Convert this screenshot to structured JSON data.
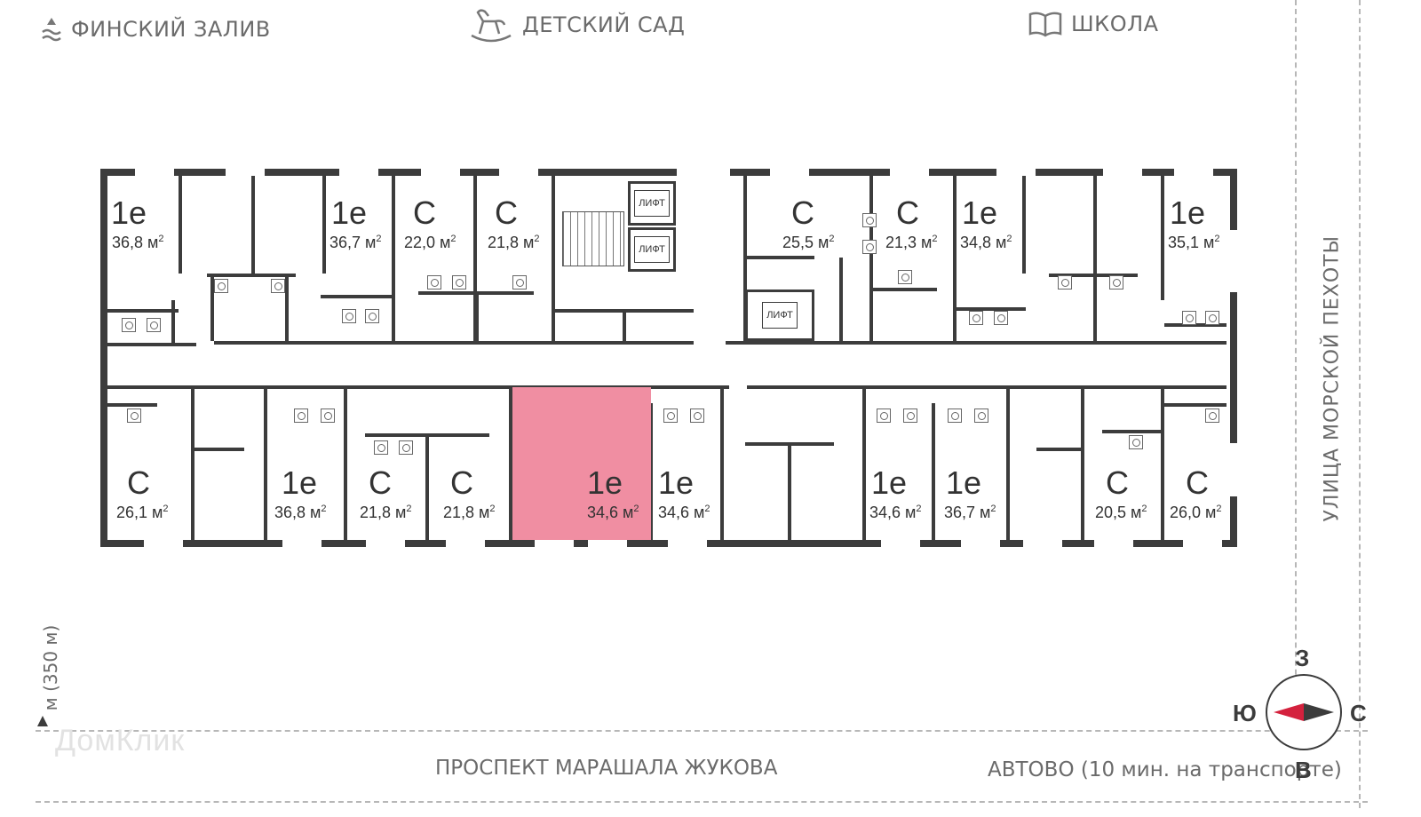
{
  "landmarks": {
    "gulf": "ФИНСКИЙ ЗАЛИВ",
    "kindergarten": "ДЕТСКИЙ САД",
    "school": "ШКОЛА"
  },
  "roads": {
    "bottom": "ПРОСПЕКТ МАРАШАЛА ЖУКОВА",
    "right": "УЛИЦА МОРСКОЙ ПЕХОТЫ",
    "metro": "АВТОВО (10 мин. на транспорте)",
    "distance": "м (350 м)"
  },
  "compass": {
    "n": "З",
    "s": "В",
    "w": "Ю",
    "e": "С"
  },
  "watermark": "ДомКлик",
  "elevator_label": "ЛИФТ",
  "colors": {
    "highlight": "#f08ea2",
    "wall": "#3c3c3c",
    "compass_red": "#d4213d"
  },
  "units": [
    {
      "id": "t1",
      "type": "1е",
      "area": "36,8 м",
      "sup": "2"
    },
    {
      "id": "t2",
      "type": "1е",
      "area": "36,7 м",
      "sup": "2"
    },
    {
      "id": "t3",
      "type": "С",
      "area": "22,0 м",
      "sup": "2"
    },
    {
      "id": "t4",
      "type": "С",
      "area": "21,8 м",
      "sup": "2"
    },
    {
      "id": "t5",
      "type": "С",
      "area": "25,5 м",
      "sup": "2"
    },
    {
      "id": "t6",
      "type": "С",
      "area": "21,3 м",
      "sup": "2"
    },
    {
      "id": "t7",
      "type": "1е",
      "area": "34,8 м",
      "sup": "2"
    },
    {
      "id": "t8",
      "type": "1е",
      "area": "35,1 м",
      "sup": "2"
    },
    {
      "id": "b1",
      "type": "С",
      "area": "26,1 м",
      "sup": "2"
    },
    {
      "id": "b2",
      "type": "1е",
      "area": "36,8 м",
      "sup": "2"
    },
    {
      "id": "b3",
      "type": "С",
      "area": "21,8 м",
      "sup": "2"
    },
    {
      "id": "b4",
      "type": "С",
      "area": "21,8 м",
      "sup": "2"
    },
    {
      "id": "b5",
      "type": "1е",
      "area": "34,6 м",
      "sup": "2",
      "highlighted": true
    },
    {
      "id": "b6",
      "type": "1е",
      "area": "34,6 м",
      "sup": "2"
    },
    {
      "id": "b7",
      "type": "1е",
      "area": "34,6 м",
      "sup": "2"
    },
    {
      "id": "b8",
      "type": "1е",
      "area": "36,7 м",
      "sup": "2"
    },
    {
      "id": "b9",
      "type": "С",
      "area": "20,5 м",
      "sup": "2"
    },
    {
      "id": "b10",
      "type": "С",
      "area": "26,0 м",
      "sup": "2"
    }
  ]
}
